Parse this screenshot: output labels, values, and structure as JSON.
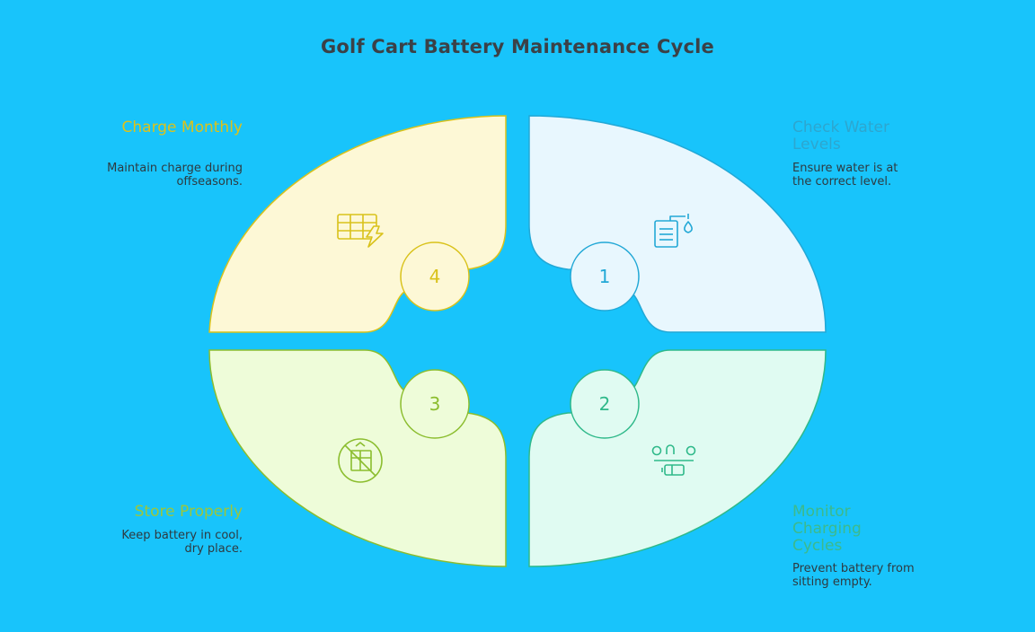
{
  "title": "Golf Cart Battery Maintenance Cycle",
  "steps": [
    {
      "number": "1",
      "label": "Check Water Levels",
      "description": "Ensure water is at the correct level.",
      "icon": "battery-water-icon",
      "fill": "#e8f7fe",
      "stroke": "#22a8d6",
      "text_color": "#2da6cf"
    },
    {
      "number": "2",
      "label": "Monitor Charging Cycles",
      "description": "Prevent battery from sitting empty.",
      "icon": "charging-cycle-icon",
      "fill": "#e0fbf2",
      "stroke": "#2fb98a",
      "text_color": "#3cba8c"
    },
    {
      "number": "3",
      "label": "Store Properly",
      "description": "Keep battery in cool, dry place.",
      "icon": "no-storage-icon",
      "fill": "#eefcd9",
      "stroke": "#8bbd2e",
      "text_color": "#9cc63a"
    },
    {
      "number": "4",
      "label": "Charge Monthly",
      "description": "Maintain charge during offseasons.",
      "icon": "battery-charge-icon",
      "fill": "#fdf8d6",
      "stroke": "#d9c21a",
      "text_color": "#ddc21a"
    }
  ],
  "colors": {
    "background": "#18c4fb",
    "title": "#3b4147"
  }
}
